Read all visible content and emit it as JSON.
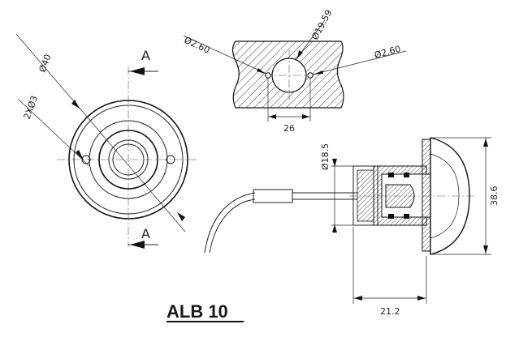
{
  "title": "ALB 10",
  "front_view": {
    "diameter_label": "Ø40",
    "holes_label": "2XØ3",
    "section_mark_top": "A",
    "section_mark_bottom": "A"
  },
  "hole_detail": {
    "left_hole_label": "Ø2.60",
    "center_hole_label": "Ø19.59",
    "right_hole_label": "Ø2.60",
    "spacing_label": "26"
  },
  "side_view": {
    "inner_diameter_label": "Ø18.5",
    "outer_height_label": "38.6",
    "depth_label": "21.2"
  }
}
